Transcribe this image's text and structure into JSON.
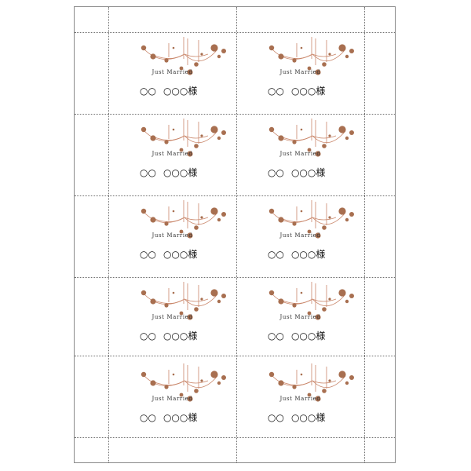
{
  "label_sheet": {
    "cards": [
      {
        "title": "Just Married",
        "name_line": {
          "first": "○○",
          "last": "○○○",
          "suffix": "様"
        }
      },
      {
        "title": "Just Married",
        "name_line": {
          "first": "○○",
          "last": "○○○",
          "suffix": "様"
        }
      },
      {
        "title": "Just Married",
        "name_line": {
          "first": "○○",
          "last": "○○○",
          "suffix": "様"
        }
      },
      {
        "title": "Just Married",
        "name_line": {
          "first": "○○",
          "last": "○○○",
          "suffix": "様"
        }
      },
      {
        "title": "Just Married",
        "name_line": {
          "first": "○○",
          "last": "○○○",
          "suffix": "様"
        }
      },
      {
        "title": "Just Married",
        "name_line": {
          "first": "○○",
          "last": "○○○",
          "suffix": "様"
        }
      },
      {
        "title": "Just Married",
        "name_line": {
          "first": "○○",
          "last": "○○○",
          "suffix": "様"
        }
      },
      {
        "title": "Just Married",
        "name_line": {
          "first": "○○",
          "last": "○○○",
          "suffix": "様"
        }
      },
      {
        "title": "Just Married",
        "name_line": {
          "first": "○○",
          "last": "○○○",
          "suffix": "様"
        }
      },
      {
        "title": "Just Married",
        "name_line": {
          "first": "○○",
          "last": "○○○",
          "suffix": "様"
        }
      }
    ],
    "colors": {
      "garland_line": "#c9866a",
      "flower": "#a86f50",
      "guide": "#6f6f6f"
    },
    "icon": "flower-garland-icon"
  }
}
